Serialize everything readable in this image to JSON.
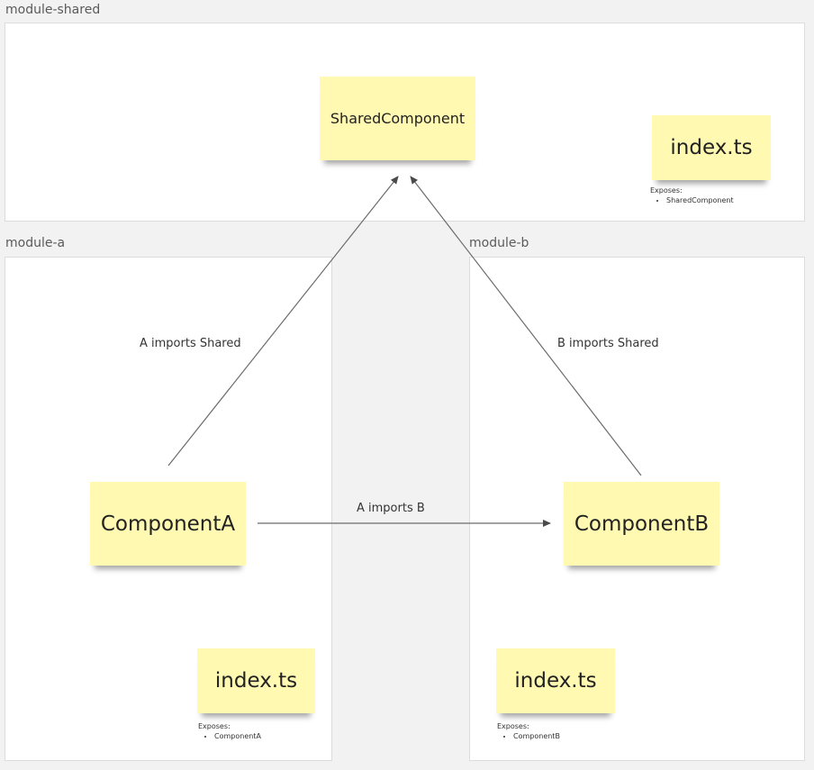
{
  "frames": {
    "shared": {
      "title": "module-shared"
    },
    "a": {
      "title": "module-a"
    },
    "b": {
      "title": "module-b"
    }
  },
  "stickies": {
    "shared_component": "SharedComponent",
    "shared_index": "index.ts",
    "component_a": "ComponentA",
    "a_index": "index.ts",
    "component_b": "ComponentB",
    "b_index": "index.ts"
  },
  "exposes": {
    "label": "Exposes:",
    "shared": [
      "SharedComponent"
    ],
    "a": [
      "ComponentA"
    ],
    "b": [
      "ComponentB"
    ]
  },
  "edges": {
    "a_shared": "A imports Shared",
    "b_shared": "B imports Shared",
    "a_b": "A imports B"
  },
  "colors": {
    "sticky": "#fff9b1",
    "connector": "#6b6b6b"
  }
}
